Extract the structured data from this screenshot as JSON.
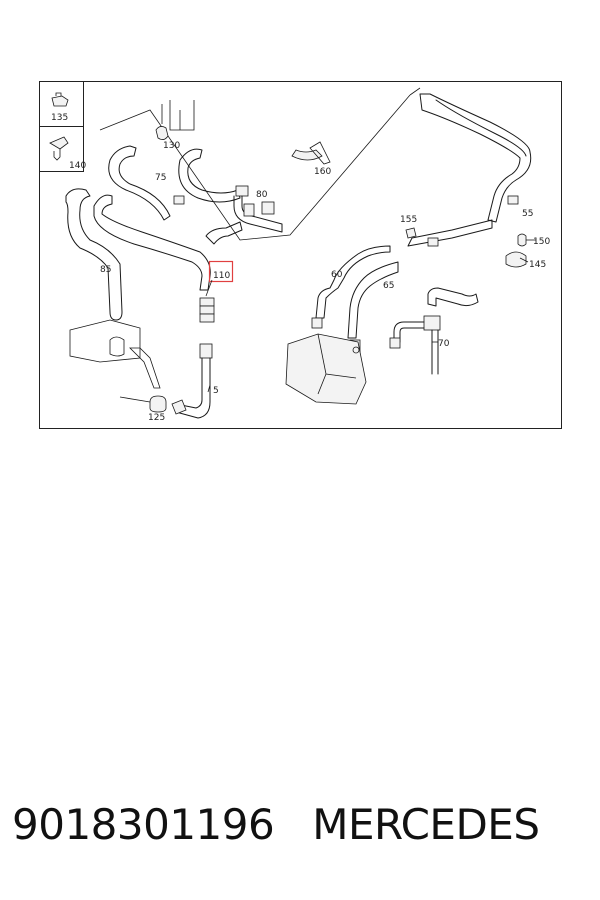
{
  "diagram": {
    "callouts": {
      "c135": "135",
      "c140": "140",
      "c130": "130",
      "c75": "75",
      "c80": "80",
      "c160": "160",
      "c85": "85",
      "c110": "110",
      "c155": "155",
      "c55": "55",
      "c150": "150",
      "c145": "145",
      "c60": "60",
      "c65": "65",
      "c70": "70",
      "c5": "5",
      "c125": "125"
    },
    "highlight_color": "#e04040"
  },
  "footer": {
    "part_number": "9018301196",
    "brand": "MERCEDES"
  }
}
